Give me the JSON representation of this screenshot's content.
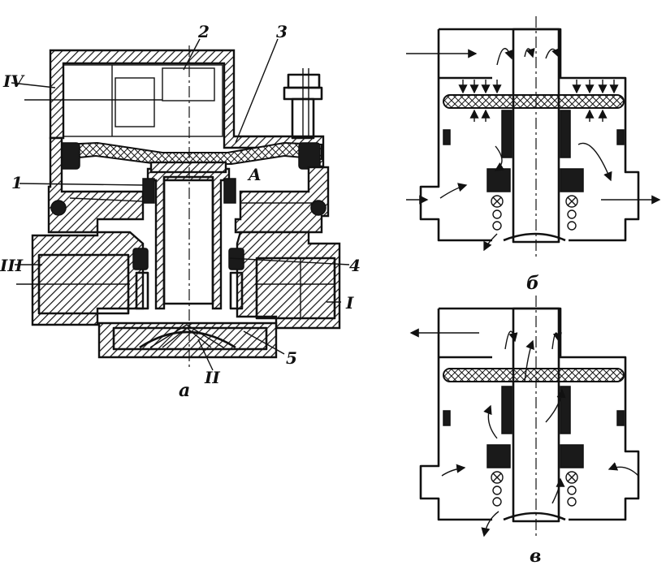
{
  "figure": {
    "captions": {
      "a": "a",
      "b": "б",
      "c": "в"
    },
    "part_labels": {
      "p1": "1",
      "p2": "2",
      "p3": "3",
      "p4": "4",
      "p5": "5",
      "chamber_A": "A",
      "port_I": "I",
      "port_II": "II",
      "port_III": "III",
      "port_IV": "IV"
    }
  }
}
